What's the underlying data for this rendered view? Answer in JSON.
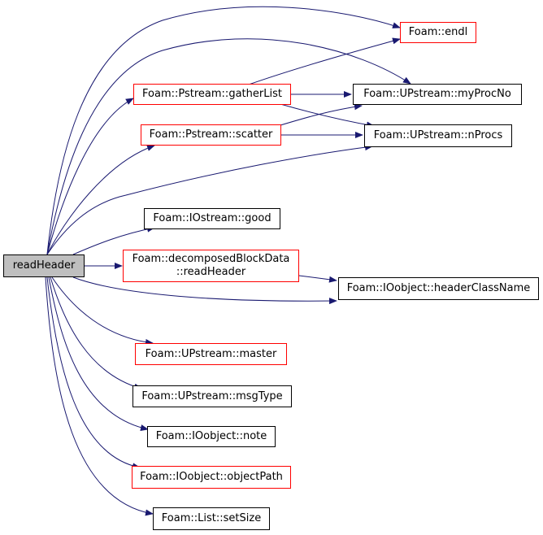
{
  "colors": {
    "edge": "#191970",
    "node_border": "#000000",
    "node_border_incomplete": "#ff0000",
    "root_fill": "#bfbfbf"
  },
  "nodes": {
    "root": {
      "label": "readHeader"
    },
    "endl": {
      "label": "Foam::endl"
    },
    "gatherList": {
      "label": "Foam::Pstream::gatherList"
    },
    "myProcNo": {
      "label": "Foam::UPstream::myProcNo"
    },
    "scatter": {
      "label": "Foam::Pstream::scatter"
    },
    "nProcs": {
      "label": "Foam::UPstream::nProcs"
    },
    "good": {
      "label": "Foam::IOstream::good"
    },
    "decomposed": {
      "line1": "Foam::decomposedBlockData",
      "line2": "::readHeader"
    },
    "headerClassName": {
      "label": "Foam::IOobject::headerClassName"
    },
    "master": {
      "label": "Foam::UPstream::master"
    },
    "msgType": {
      "label": "Foam::UPstream::msgType"
    },
    "note": {
      "label": "Foam::IOobject::note"
    },
    "objectPath": {
      "label": "Foam::IOobject::objectPath"
    },
    "setSize": {
      "label": "Foam::List::setSize"
    }
  }
}
